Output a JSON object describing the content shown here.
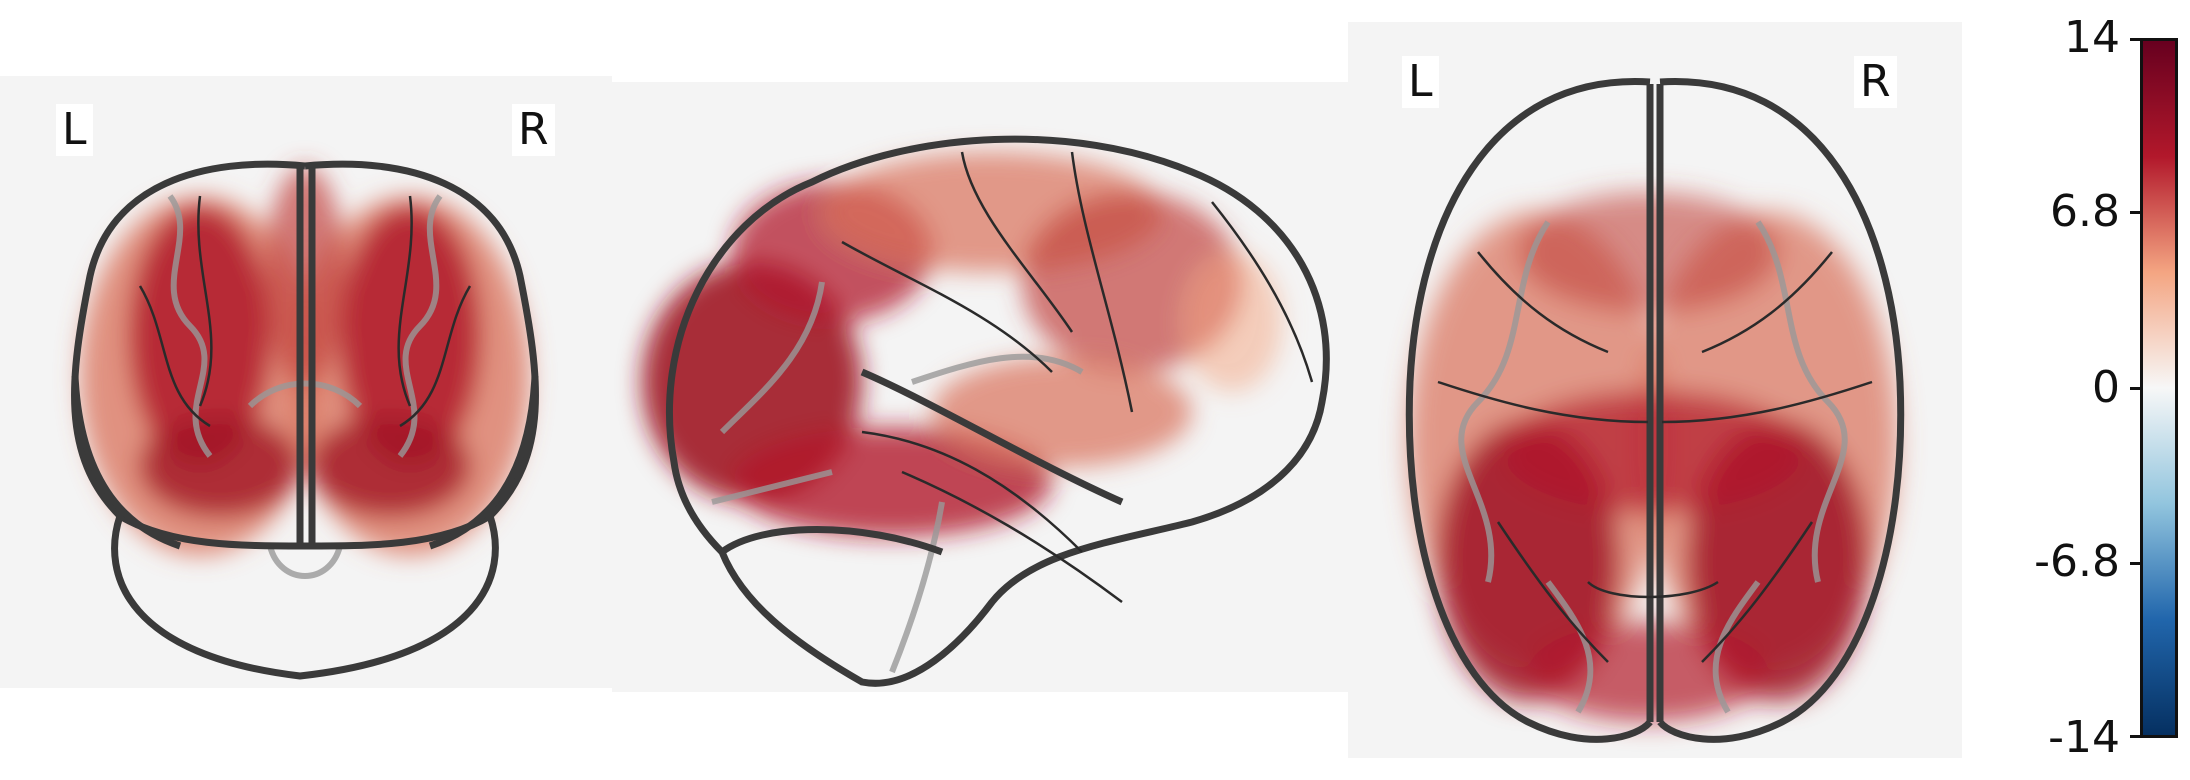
{
  "views": {
    "coronal": {
      "left_label": "L",
      "right_label": "R"
    },
    "sagittal": {},
    "axial": {
      "left_label": "L",
      "right_label": "R"
    }
  },
  "colorbar": {
    "ticks": [
      "14",
      "6.8",
      "0",
      "-6.8",
      "-14"
    ],
    "colors": {
      "max": "#67001f",
      "high": "#b2182b",
      "mid_high": "#f4a582",
      "zero": "#f7f7f7",
      "mid_low": "#92c5de",
      "low": "#2166ac",
      "min": "#053061"
    }
  },
  "overlay_color": "#b2182b"
}
